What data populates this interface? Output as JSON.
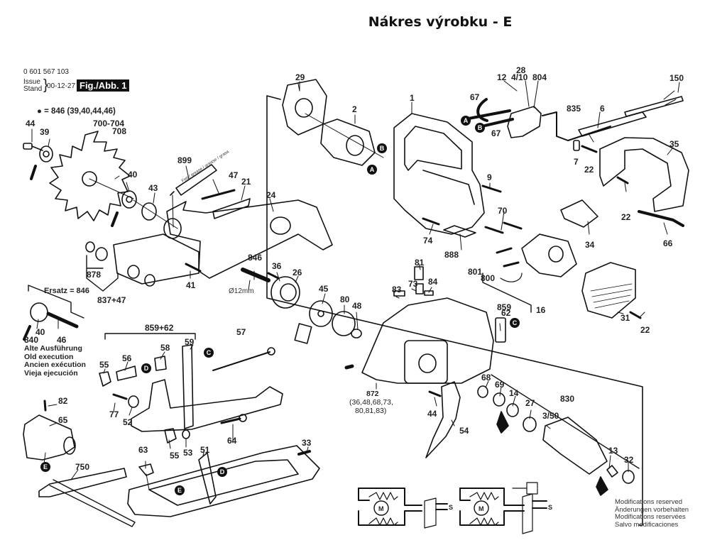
{
  "header": {
    "title": "Nákres výrobku - E",
    "part_number": "0 601 567 103",
    "issue_label_1": "Issue",
    "issue_label_2": "Stand",
    "issue_date": "00-12-27",
    "figure_label": "Fig./Abb. 1",
    "bullet_note": "● = 846 (39,40,44,46)"
  },
  "old_execution": {
    "ersatz": "Ersatz = 846",
    "labels": [
      "40",
      "840",
      "46"
    ],
    "lines": [
      "Alte Ausführung",
      "Old execution",
      "Ancien exécution",
      "Vieja ejecución"
    ]
  },
  "footer_note": {
    "lines": [
      "Modifications reserved",
      "Änderungen vorbehalten",
      "Modifications reservées",
      "Salvo modificaciones"
    ]
  },
  "kit_872": {
    "label": "872",
    "contents_1": "(36,48,68,73,",
    "contents_2": "80,81,83)"
  },
  "dimension_label": "Ø12mm",
  "tube_text": "Fett / grease / graisse / grasa",
  "connection_markers": [
    "A",
    "B",
    "C",
    "D",
    "E"
  ],
  "part_labels": {
    "p29": "29",
    "p2": "2",
    "p1": "1",
    "p12": "12",
    "p28": "28",
    "p4_10": "4/10",
    "p804": "804",
    "p150": "150",
    "p67a": "67",
    "p67b": "67",
    "p835": "835",
    "p6": "6",
    "p7": "7",
    "p22a": "22",
    "p35": "35",
    "p22b": "22",
    "p66": "66",
    "p9": "9",
    "p70": "70",
    "p74": "74",
    "p888": "888",
    "p34": "34",
    "p801": "801",
    "p800": "800",
    "p16": "16",
    "p31": "31",
    "p22c": "22",
    "p44a": "44",
    "p39": "39",
    "p700": "700-704",
    "p708": "708",
    "p40": "40",
    "p43": "43",
    "p899": "899",
    "p47": "47",
    "p21": "21",
    "p24": "24",
    "p878": "878",
    "p837": "837+47",
    "p41": "41",
    "p846": "846",
    "p36": "36",
    "p26": "26",
    "p45": "45",
    "p80": "80",
    "p48": "48",
    "p81": "81",
    "p73": "73",
    "p84": "84",
    "p83": "83",
    "p859a": "859",
    "p62a": "62",
    "p859b": "859+62",
    "p57": "57",
    "p58": "58",
    "p59": "59",
    "p56": "56",
    "p55a": "55",
    "p77": "77",
    "p52": "52",
    "p55b": "55",
    "p53": "53",
    "p64": "64",
    "p82": "82",
    "p65": "65",
    "p63": "63",
    "p51": "51",
    "p33": "33",
    "p750": "750",
    "p68": "68",
    "p69": "69",
    "p14": "14",
    "p27": "27",
    "p830": "830",
    "p3_50": "3/50",
    "p44b": "44",
    "p54": "54",
    "p13": "13",
    "p32": "32"
  },
  "schematic": {
    "motor_label": "M",
    "supply_label": "S"
  }
}
